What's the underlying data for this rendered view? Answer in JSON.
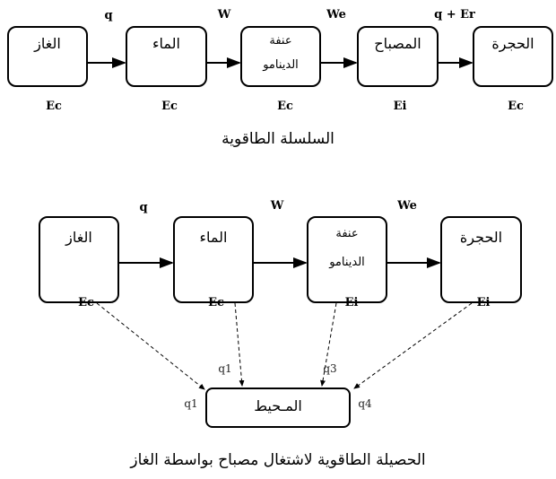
{
  "chain": {
    "boxes": [
      "الغاز",
      "الماء",
      "عنفة",
      "الدينامو",
      "المصباح",
      "الحجرة"
    ],
    "transfers": [
      "q",
      "W",
      "We",
      "q + Er"
    ],
    "energies": [
      "Ec",
      "Ec",
      "Ec",
      "Ei",
      "Ec"
    ],
    "title": "السلسلة الطاقوية"
  },
  "balance": {
    "boxes": [
      "الغاز",
      "الماء",
      "عنفة",
      "الدينامو",
      "الحجرة"
    ],
    "transfers": [
      "q",
      "W",
      "We"
    ],
    "energies": [
      "Ec",
      "Ec",
      "Ei",
      "Ei"
    ],
    "environment": "المـحيط",
    "losses": [
      "q1",
      "q3",
      "q1",
      "q4"
    ],
    "title": "الحصيلة الطاقوية لاشتغال مصباح بواسطة الغاز"
  }
}
